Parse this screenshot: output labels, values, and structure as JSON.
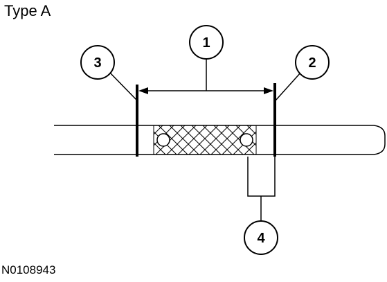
{
  "title": "Type A",
  "figure_code": "N0108943",
  "callouts": {
    "c1": "1",
    "c2": "2",
    "c3": "3",
    "c4": "4"
  }
}
